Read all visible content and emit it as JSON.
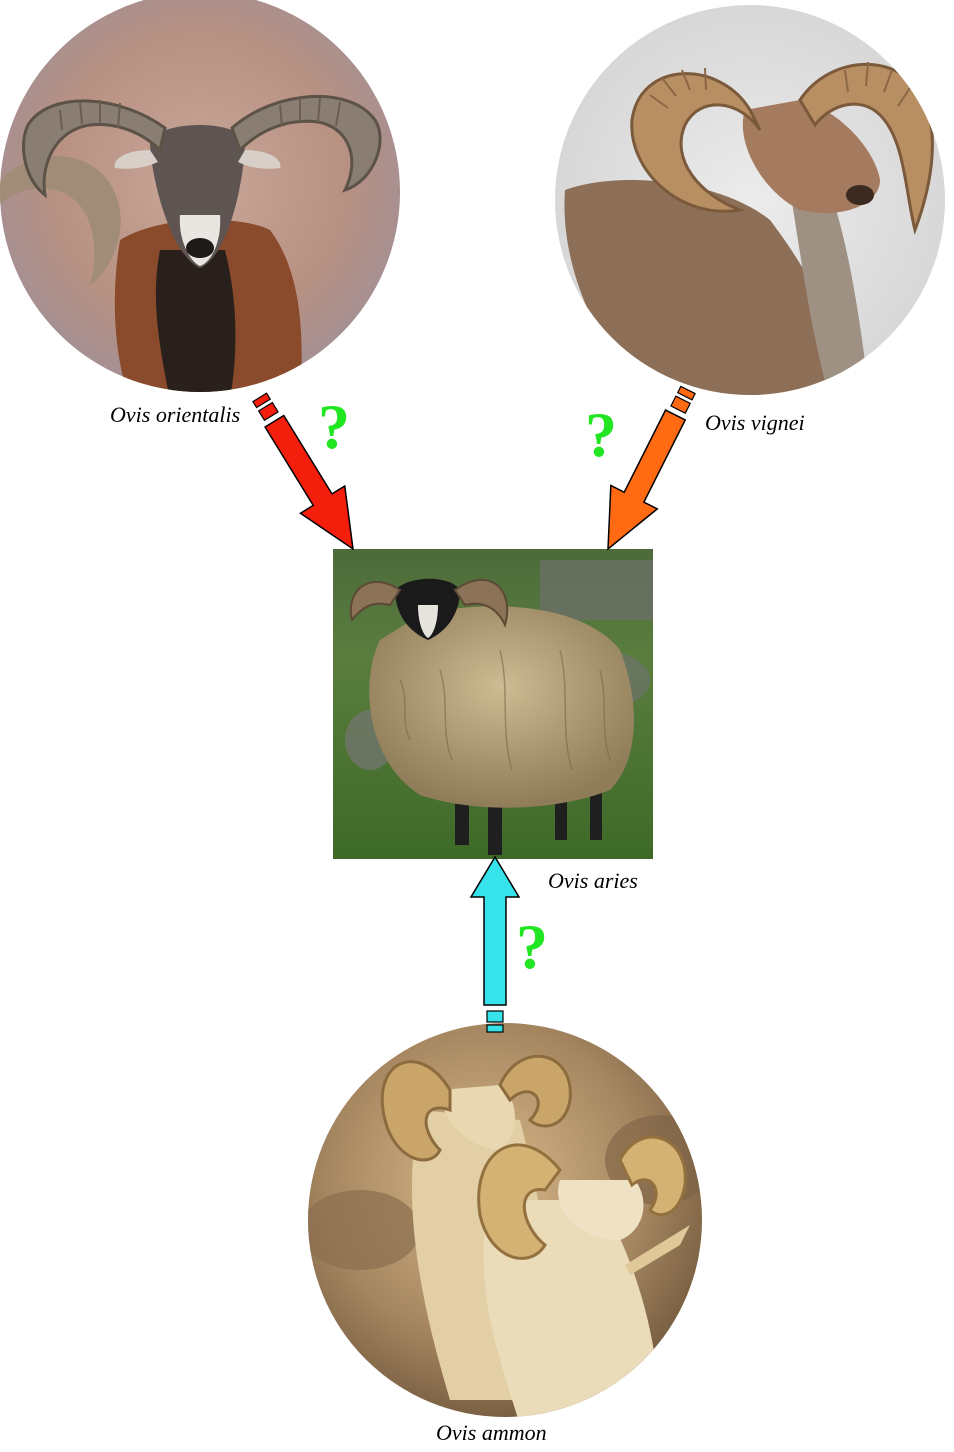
{
  "species": {
    "orientalis": {
      "name": "Ovis orientalis",
      "arrow_color": "#f41e0c"
    },
    "vignei": {
      "name": "Ovis vignei",
      "arrow_color": "#ff6a12"
    },
    "aries": {
      "name": "Ovis aries"
    },
    "ammon": {
      "name": "Ovis ammon",
      "arrow_color": "#36e3ea"
    }
  },
  "question_mark": "?",
  "question_color": "#22e622"
}
